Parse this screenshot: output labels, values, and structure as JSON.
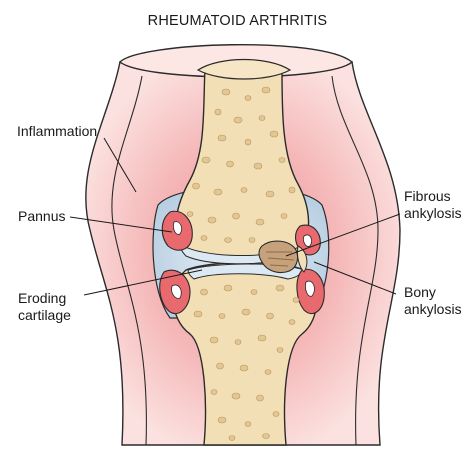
{
  "title": "RHEUMATOID ARTHRITIS",
  "labels": {
    "inflammation": "Inflammation",
    "pannus": "Pannus",
    "eroding_cartilage_line1": "Eroding",
    "eroding_cartilage_line2": "cartilage",
    "fibrous_ankylosis_line1": "Fibrous",
    "fibrous_ankylosis_line2": "ankylosis",
    "bony_ankylosis_line1": "Bony",
    "bony_ankylosis_line2": "ankylosis"
  },
  "colors": {
    "capsule_outer": "#f4b9b9",
    "capsule_inner": "#f7d3d0",
    "bone": "#f3dfb6",
    "bone_pore": "#d9bf8c",
    "synovial_fluid": "#c9dbe8",
    "pannus": "#e86a6f",
    "fibrous_tissue": "#c6a27c",
    "outline": "#2b2b2b"
  }
}
